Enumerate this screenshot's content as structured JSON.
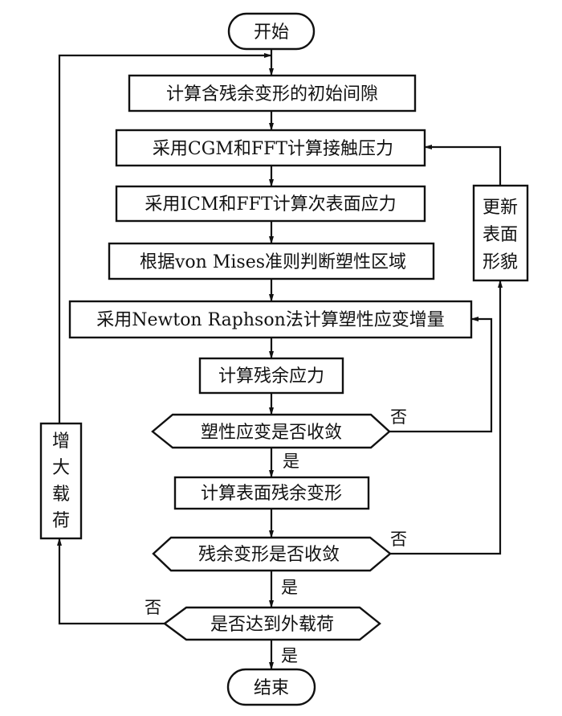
{
  "flowchart": {
    "nodes": {
      "start": "开始",
      "init_gap": "计算含残余变形的初始间隙",
      "contact_pressure": "采用CGM和FFT计算接触压力",
      "subsurface_stress": "采用ICM和FFT计算次表面应力",
      "plastic_zone": "根据von Mises准则判断塑性区域",
      "plastic_strain": "采用Newton Raphson法计算塑性应变增量",
      "residual_stress": "计算残余应力",
      "strain_converge": "塑性应变是否收敛",
      "surface_residual": "计算表面残余变形",
      "deform_converge": "残余变形是否收敛",
      "load_reached": "是否达到外载荷",
      "end": "结束",
      "update_surface": [
        "更新",
        "表面",
        "形貌"
      ],
      "increase_load": [
        "增",
        "大",
        "载",
        "荷"
      ]
    },
    "edge_labels": {
      "strain_no": "否",
      "strain_yes": "是",
      "deform_no": "否",
      "deform_yes": "是",
      "load_no": "否",
      "load_yes": "是"
    }
  }
}
